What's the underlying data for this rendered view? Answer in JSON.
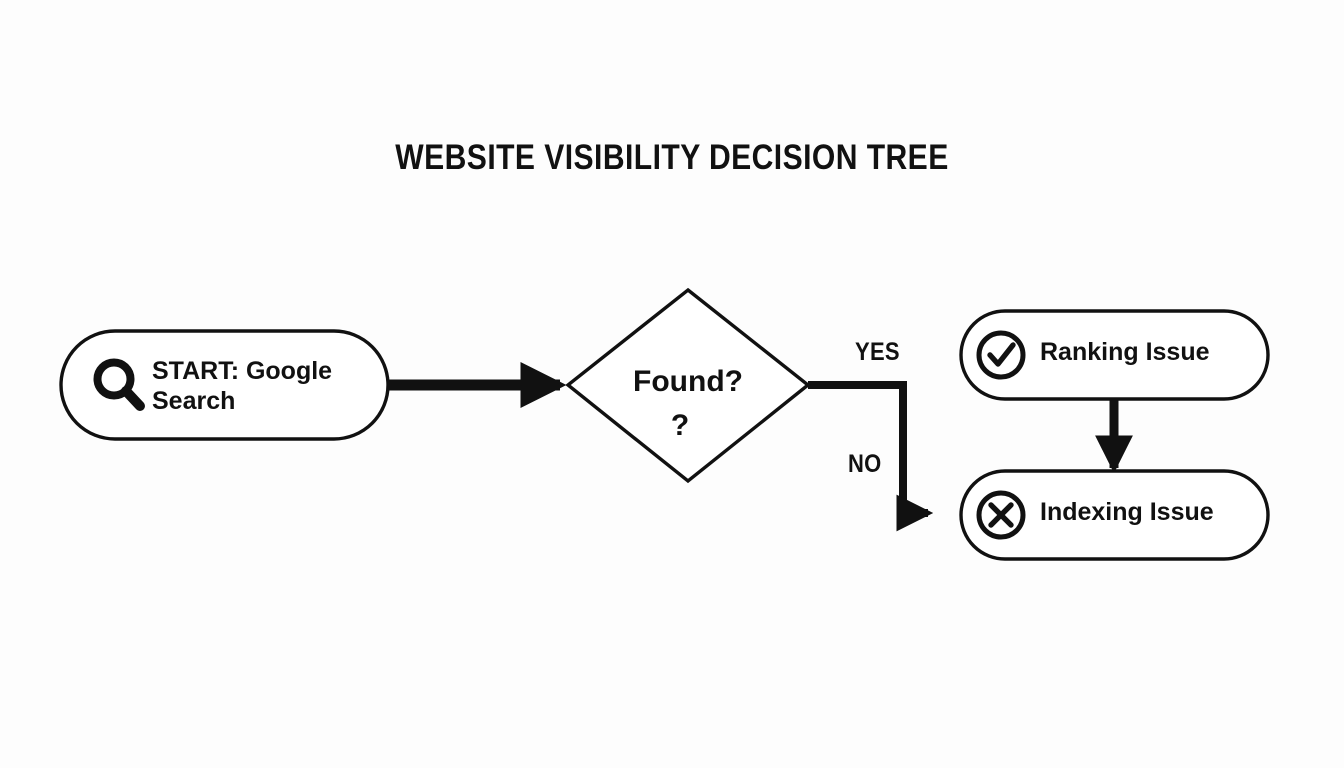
{
  "title": "WEBSITE VISIBILITY DECISION TREE",
  "colors": {
    "background": "#fdfdfd",
    "stroke": "#111111",
    "node_fill": "#ffffff",
    "text": "#111111"
  },
  "diagram": {
    "type": "flowchart",
    "orientation": "left-to-right",
    "nodes": [
      {
        "id": "start",
        "shape": "stadium",
        "label": "START: Google\nSearch",
        "icon": "magnifier-icon"
      },
      {
        "id": "decision",
        "shape": "diamond",
        "label": "Found?",
        "label_line2": "?",
        "icon": null
      },
      {
        "id": "ranking",
        "shape": "stadium",
        "label": "Ranking Issue",
        "icon": "check-circle-icon"
      },
      {
        "id": "indexing",
        "shape": "stadium",
        "label": "Indexing Issue",
        "icon": "x-circle-icon"
      }
    ],
    "edges": [
      {
        "id": "start-to-decision",
        "from": "start",
        "to": "decision",
        "label": "",
        "style": "thick-arrow"
      },
      {
        "id": "decision-yes",
        "from": "decision",
        "to": "ranking",
        "label": "YES",
        "style": "elbow"
      },
      {
        "id": "decision-no",
        "from": "decision",
        "to": "indexing",
        "label": "NO",
        "style": "elbow-arrow"
      },
      {
        "id": "ranking-to-indexing",
        "from": "ranking",
        "to": "indexing",
        "label": "",
        "style": "thick-arrow-down"
      }
    ]
  }
}
